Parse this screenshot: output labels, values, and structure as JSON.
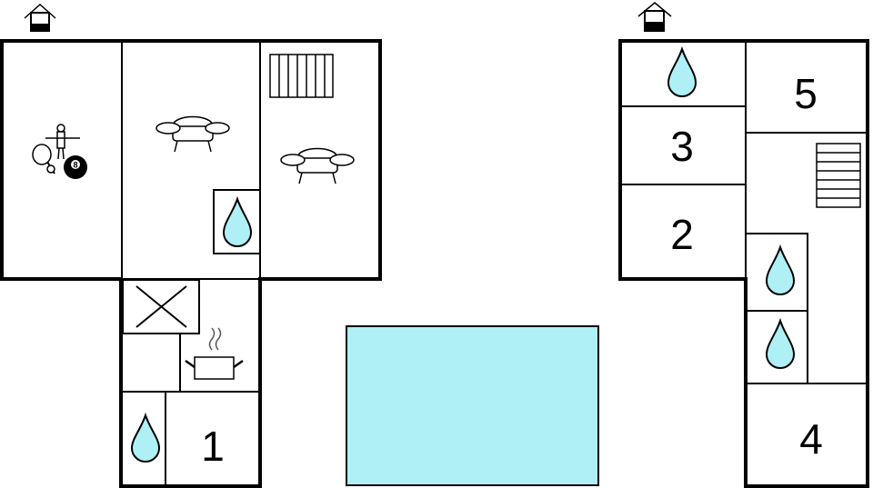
{
  "floorplan": {
    "rooms": [
      {
        "id": "room-1",
        "label": "1"
      },
      {
        "id": "room-2",
        "label": "2"
      },
      {
        "id": "room-3",
        "label": "3"
      },
      {
        "id": "room-4",
        "label": "4"
      },
      {
        "id": "room-5",
        "label": "5"
      }
    ],
    "billiard_ball_number": "8",
    "icons": [
      "entrance-icon",
      "table-tennis-icon",
      "foosball-icon",
      "billiard-ball-icon",
      "sofa-icon",
      "bathroom-drop-icon",
      "staircase-icon",
      "kitchen-pot-icon",
      "cross-box-icon",
      "pool"
    ],
    "colors": {
      "water": "#aef0f6",
      "walls": "#000000",
      "background": "#ffffff"
    }
  }
}
